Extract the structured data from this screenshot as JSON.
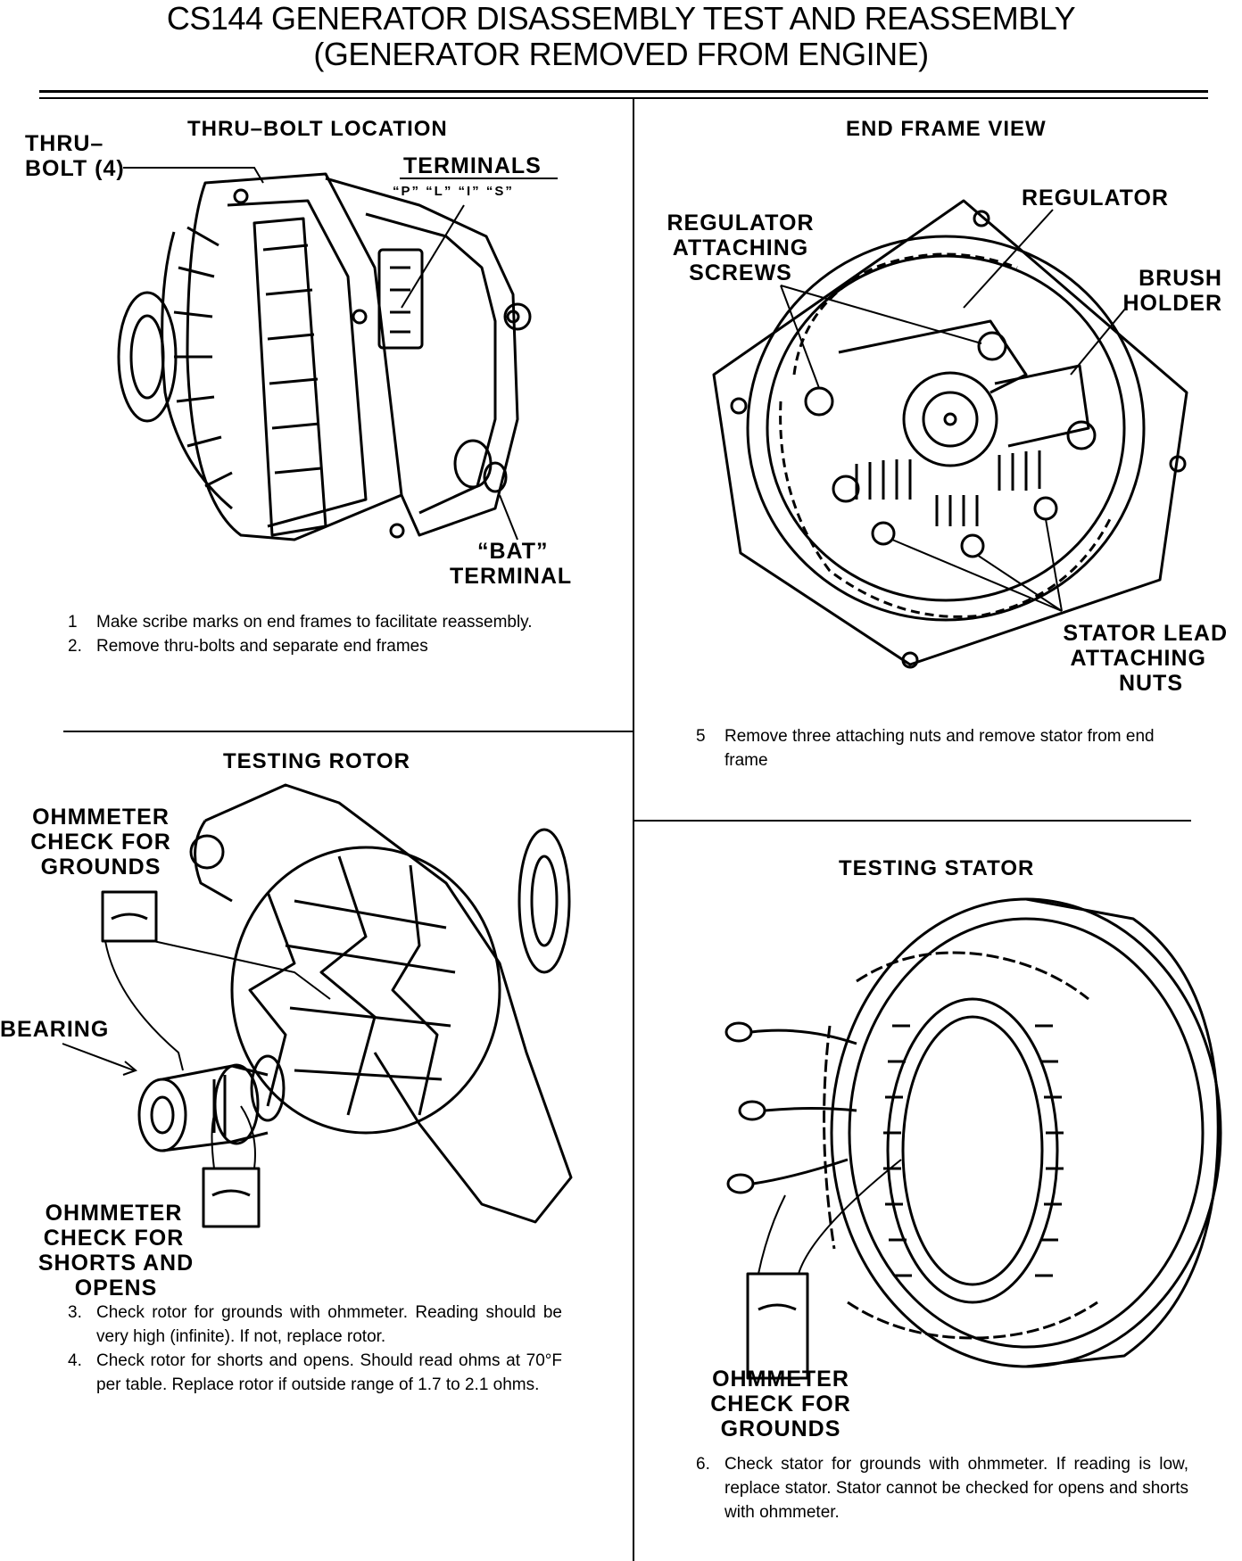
{
  "title": {
    "line1": "CS144 GENERATOR DISASSEMBLY TEST AND REASSEMBLY",
    "line2": "(GENERATOR REMOVED FROM ENGINE)"
  },
  "panels": {
    "thru_bolt": {
      "heading": "THRU–BOLT LOCATION",
      "labels": {
        "thru_bolt_1": "THRU–",
        "thru_bolt_2": "BOLT (4)",
        "terminals": "TERMINALS",
        "terminal_letters": "“P” “L” “I” “S”",
        "bat_1": "“BAT”",
        "bat_2": "TERMINAL"
      },
      "steps": [
        {
          "num": "1",
          "text": "Make scribe marks on end frames to facilitate reassembly."
        },
        {
          "num": "2.",
          "text": "Remove thru-bolts and separate end frames"
        }
      ]
    },
    "end_frame": {
      "heading": "END FRAME VIEW",
      "labels": {
        "regulator": "REGULATOR",
        "reg_screws_1": "REGULATOR",
        "reg_screws_2": "ATTACHING",
        "reg_screws_3": "SCREWS",
        "brush_1": "BRUSH",
        "brush_2": "HOLDER",
        "stator_1": "STATOR LEAD",
        "stator_2": "ATTACHING",
        "stator_3": "NUTS"
      },
      "steps": [
        {
          "num": "5",
          "text": "Remove three attaching nuts and remove stator from end frame"
        }
      ]
    },
    "testing_rotor": {
      "heading": "TESTING ROTOR",
      "labels": {
        "ohm_ground_1": "OHMMETER",
        "ohm_ground_2": "CHECK FOR",
        "ohm_ground_3": "GROUNDS",
        "bearing": "BEARING",
        "ohm_short_1": "OHMMETER",
        "ohm_short_2": "CHECK FOR",
        "ohm_short_3": "SHORTS AND OPENS"
      },
      "steps": [
        {
          "num": "3.",
          "text": "Check rotor for grounds with ohmmeter. Reading should be very high (infinite). If not, replace rotor."
        },
        {
          "num": "4.",
          "text": "Check rotor for shorts and opens. Should read ohms at 70°F per table. Replace rotor if outside range of 1.7 to 2.1 ohms."
        }
      ]
    },
    "testing_stator": {
      "heading": "TESTING STATOR",
      "labels": {
        "ohm_1": "OHMMETER",
        "ohm_2": "CHECK FOR",
        "ohm_3": "GROUNDS"
      },
      "steps": [
        {
          "num": "6.",
          "text": "Check stator for grounds with ohmmeter. If reading is low, replace stator. Stator cannot be checked for opens and shorts with ohmmeter."
        }
      ]
    }
  }
}
